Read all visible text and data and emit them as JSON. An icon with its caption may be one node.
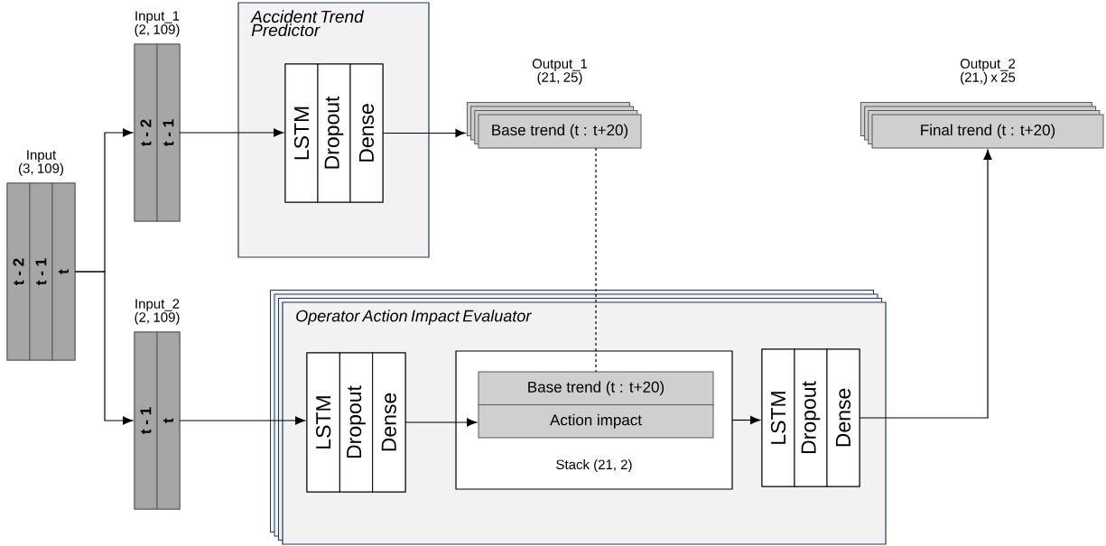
{
  "diagram": {
    "nodes": [
      {
        "text": [
          "Input (3, 109)"
        ]
      },
      {
        "text": [
          "t - 2"
        ],
        "in": 0
      },
      {
        "text": [
          "t - 1"
        ],
        "in": 0
      },
      {
        "text": [
          "t"
        ],
        "in": 0
      },
      {
        "text": [
          "Input_1 (2, 109)"
        ]
      },
      {
        "text": [
          "t - 2"
        ],
        "in": 4
      },
      {
        "text": [
          "t - 1"
        ],
        "in": 4
      },
      {
        "text": [
          "Input_2 (2, 109)"
        ]
      },
      {
        "text": [
          "t - 1"
        ],
        "in": 7
      },
      {
        "text": [
          "t"
        ],
        "in": 7
      },
      {
        "text": [
          "Accident Trend Predictor"
        ]
      },
      {
        "text": [],
        "shape": "box",
        "in": 10
      },
      {
        "text": [
          "LSTM"
        ],
        "in": 11
      },
      {
        "text": [
          "Dropout"
        ],
        "in": 11
      },
      {
        "text": [
          "Dense"
        ],
        "in": 11
      },
      {
        "text": [
          "Output_1 (21, 25)",
          "Base trend (t : t+20)"
        ]
      },
      {
        "text": [
          "Output_2 (21,) x 25",
          "Final trend (t : t+20)"
        ]
      },
      {
        "text": [
          "Operator Action Impact Evaluator"
        ]
      },
      {
        "text": [],
        "shape": "box",
        "in": 17
      },
      {
        "text": [
          "LSTM"
        ],
        "in": 18
      },
      {
        "text": [
          "Dropout"
        ],
        "in": 18
      },
      {
        "text": [
          "Dense"
        ],
        "in": 18
      },
      {
        "text": [
          "Stack (21, 2)"
        ],
        "in": 17
      },
      {
        "text": [
          "Base trend (t : t+20)"
        ],
        "in": 22
      },
      {
        "text": [
          "Action impact"
        ],
        "in": 22
      },
      {
        "text": [],
        "shape": "box",
        "in": 17
      },
      {
        "text": [
          "LSTM"
        ],
        "in": 25
      },
      {
        "text": [
          "Dropout"
        ],
        "in": 25
      },
      {
        "text": [
          "Dense"
        ],
        "in": 25
      }
    ],
    "edges": [
      {
        "from": 0,
        "to": 4,
        "arrow": "to"
      },
      {
        "from": 0,
        "to": 7,
        "arrow": "to"
      },
      {
        "from": 4,
        "to": 11,
        "arrow": "to"
      },
      {
        "from": 11,
        "to": 15,
        "arrow": "to"
      },
      {
        "from": 15,
        "to": 23,
        "arrow": "none",
        "style": "dashed"
      },
      {
        "from": 7,
        "to": 18,
        "arrow": "to"
      },
      {
        "from": 18,
        "to": 24,
        "arrow": "to"
      },
      {
        "from": 22,
        "to": 25,
        "arrow": "to"
      },
      {
        "from": 25,
        "to": 16,
        "arrow": "to"
      }
    ]
  }
}
